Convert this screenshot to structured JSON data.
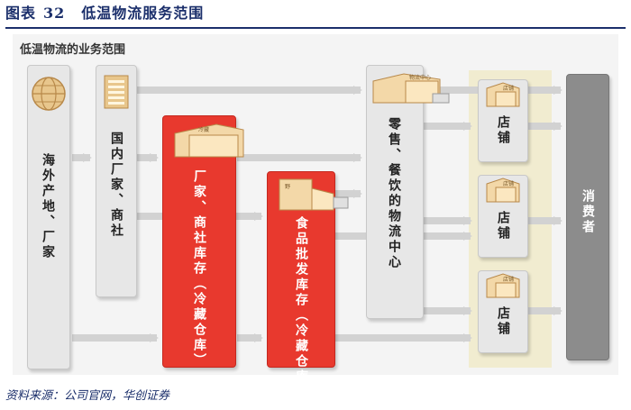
{
  "figure": {
    "label": "图表",
    "number": "32",
    "title": "低温物流服务范围"
  },
  "diagram": {
    "title": "低温物流的业务范围",
    "nodes": {
      "origin": "海外产地、厂家",
      "domestic": "国内厂家、商社",
      "factory_storage": "厂家、商社库存（冷藏仓库）",
      "food_wholesale": "食品批发库存（冷藏仓库）",
      "logistics_center": "零售、餐饮的物流中心",
      "store": "店铺",
      "consumer": "消费者"
    },
    "icon_labels": {
      "cold_storage": "冷藏",
      "logistics_center": "物流中心",
      "store": "店铺"
    }
  },
  "source": "资料来源：公司官网，华创证券"
}
